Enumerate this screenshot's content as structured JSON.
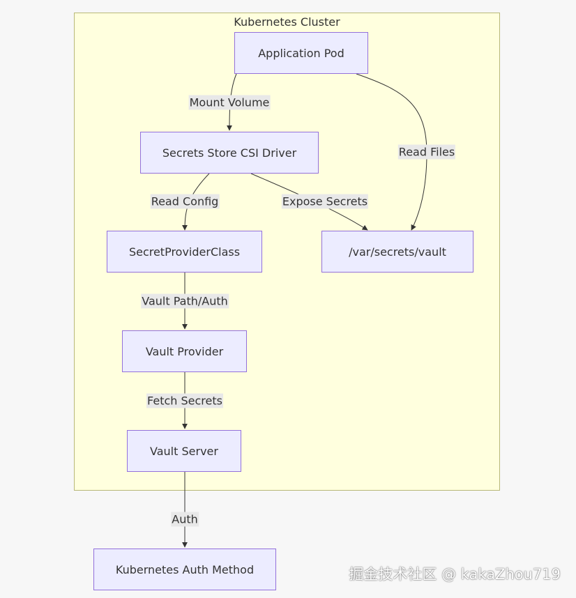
{
  "cluster": {
    "title": "Kubernetes Cluster"
  },
  "nodes": {
    "app_pod": "Application Pod",
    "csi_driver": "Secrets Store CSI Driver",
    "provider_class": "SecretProviderClass",
    "secrets_path": "/var/secrets/vault",
    "vault_provider": "Vault Provider",
    "vault_server": "Vault Server",
    "k8s_auth": "Kubernetes Auth Method"
  },
  "edges": {
    "mount_volume": "Mount Volume",
    "read_files": "Read Files",
    "read_config": "Read Config",
    "expose_secrets": "Expose Secrets",
    "vault_path_auth": "Vault Path/Auth",
    "fetch_secrets": "Fetch Secrets",
    "auth": "Auth"
  },
  "watermark": "掘金技术社区 @ kakaZhou719",
  "colors": {
    "node_fill": "#ececff",
    "node_stroke": "#9370db",
    "cluster_fill": "#ffffde",
    "cluster_stroke": "#b8b878",
    "edge": "#333333",
    "label_bg": "#e8e8e8"
  }
}
